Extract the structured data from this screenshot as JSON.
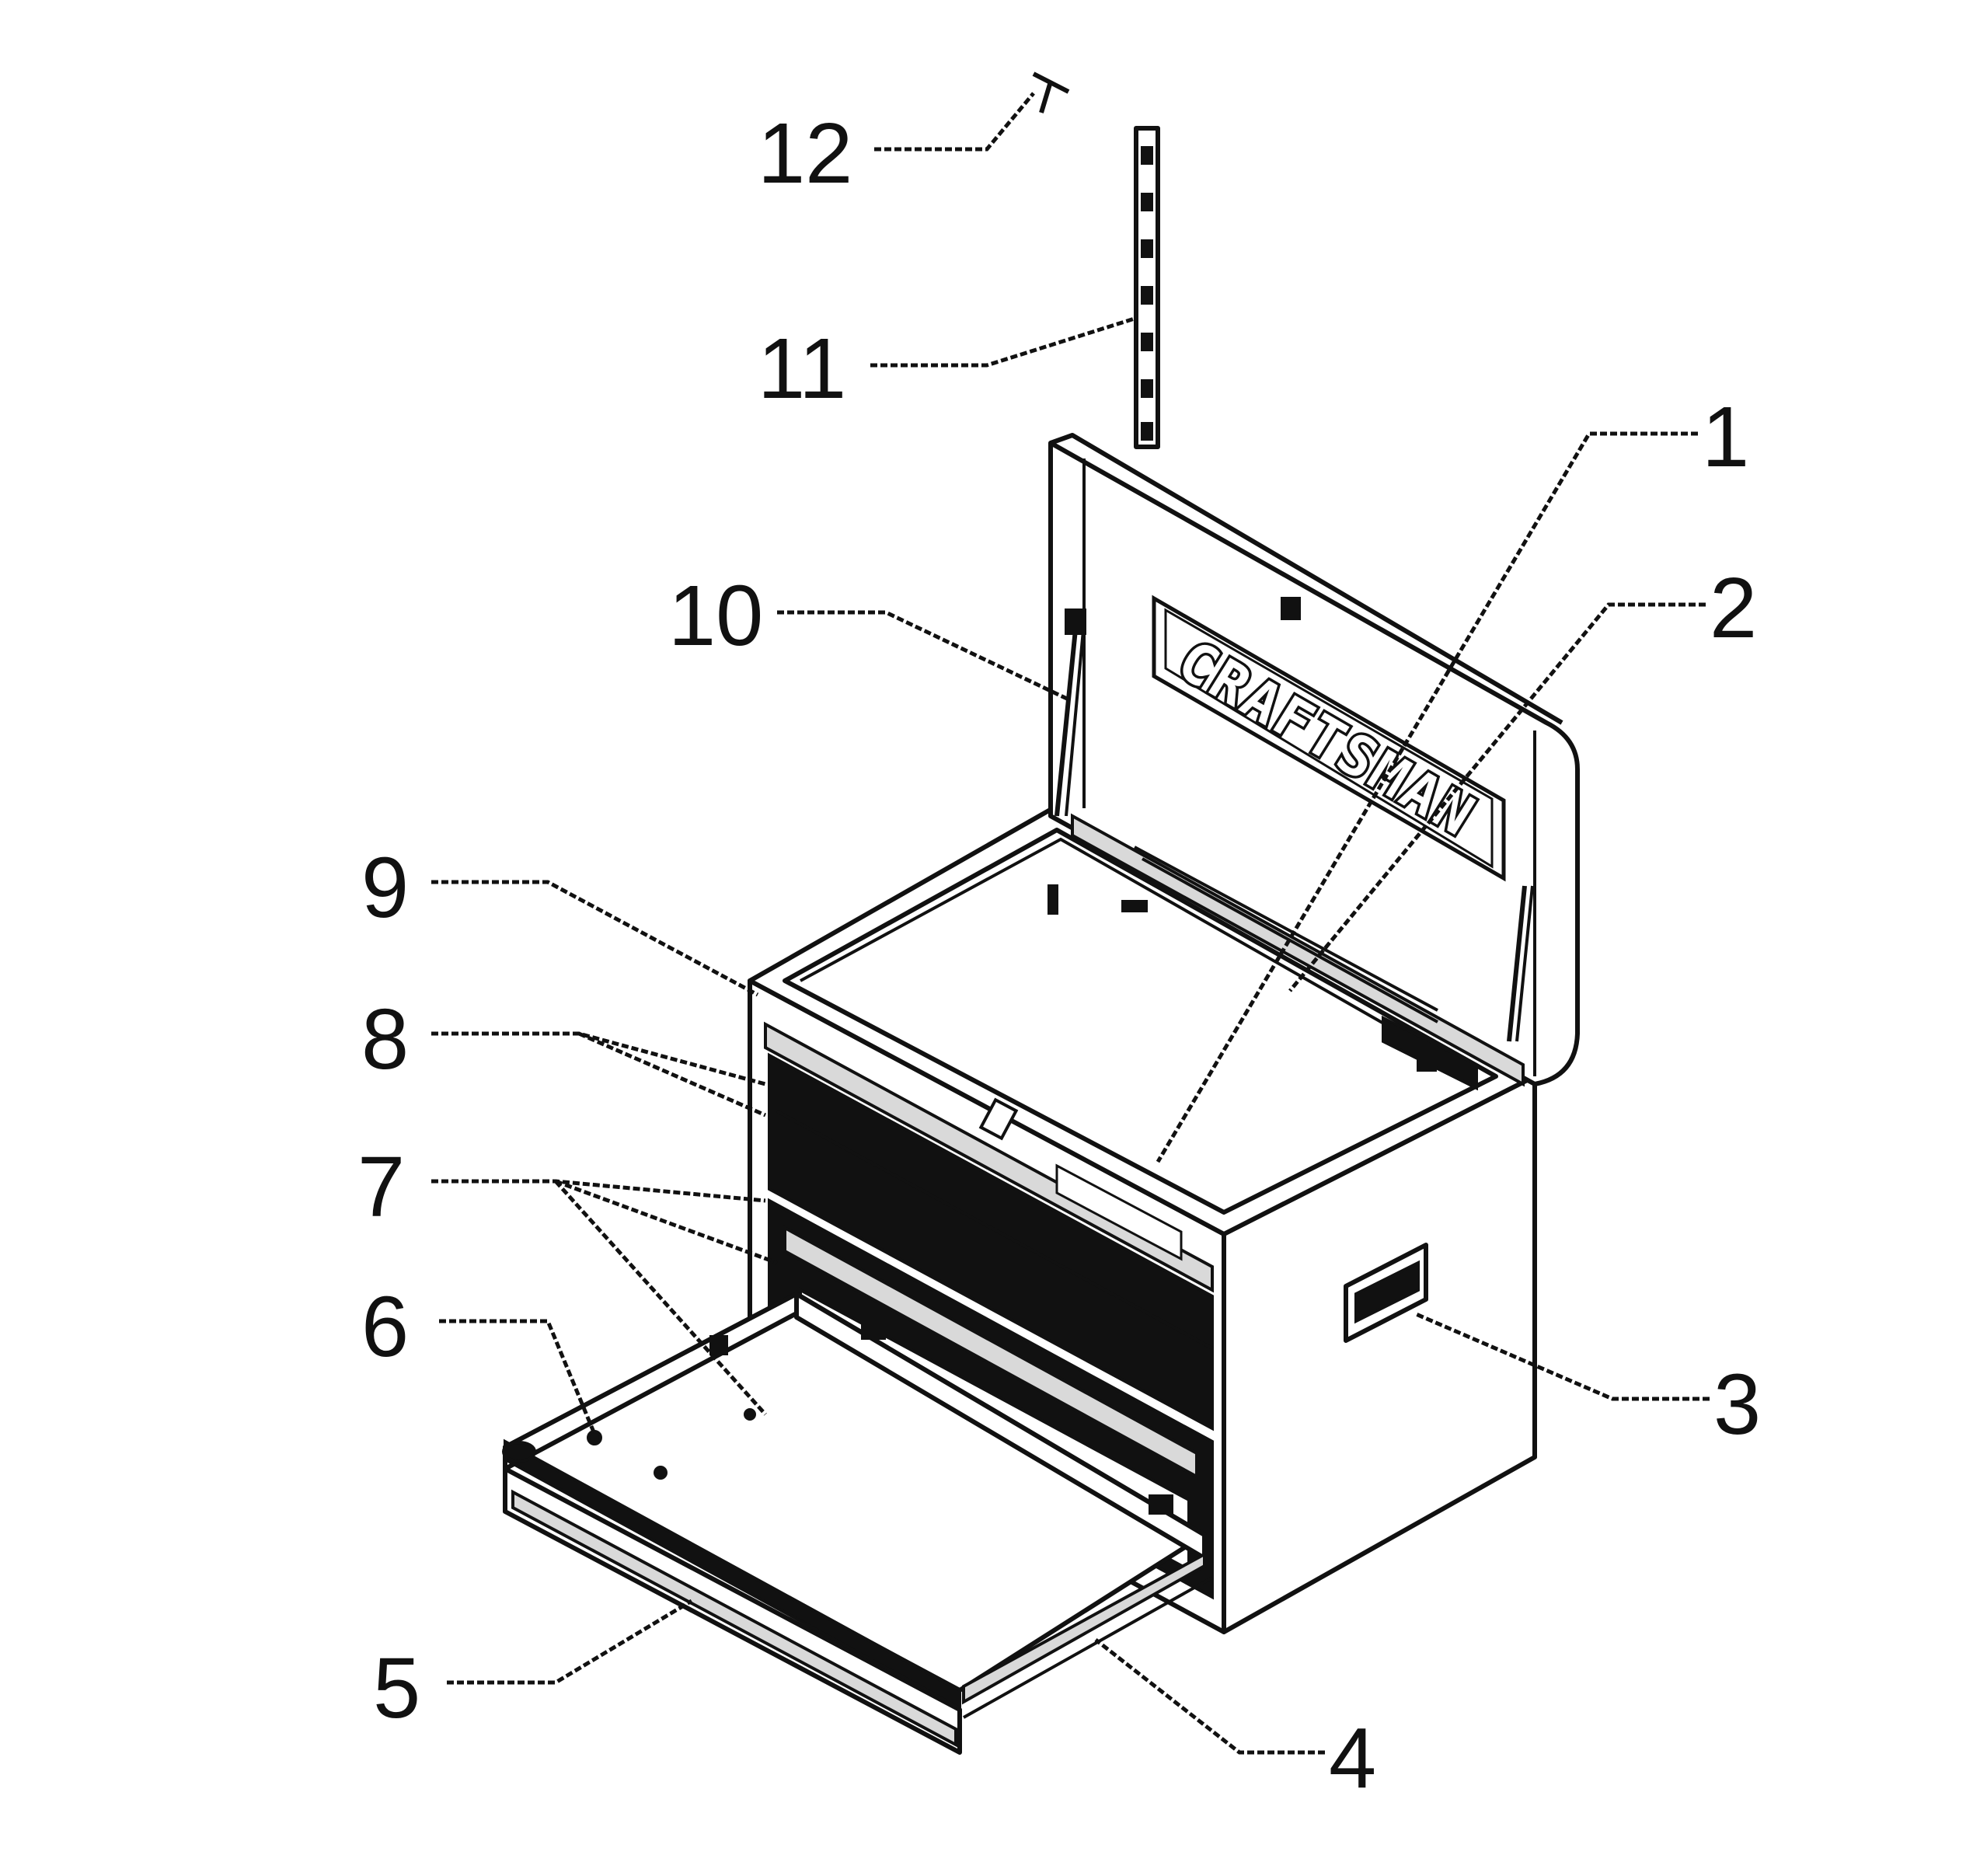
{
  "brand_label": "CRAFTSMAN",
  "callouts": [
    {
      "id": "1",
      "label": "1"
    },
    {
      "id": "2",
      "label": "2"
    },
    {
      "id": "3",
      "label": "3"
    },
    {
      "id": "4",
      "label": "4"
    },
    {
      "id": "5",
      "label": "5"
    },
    {
      "id": "6",
      "label": "6"
    },
    {
      "id": "7",
      "label": "7"
    },
    {
      "id": "8",
      "label": "8"
    },
    {
      "id": "9",
      "label": "9"
    },
    {
      "id": "10",
      "label": "10"
    },
    {
      "id": "11",
      "label": "11"
    },
    {
      "id": "12",
      "label": "12"
    }
  ],
  "colors": {
    "ink": "#111111",
    "paper": "#ffffff"
  }
}
